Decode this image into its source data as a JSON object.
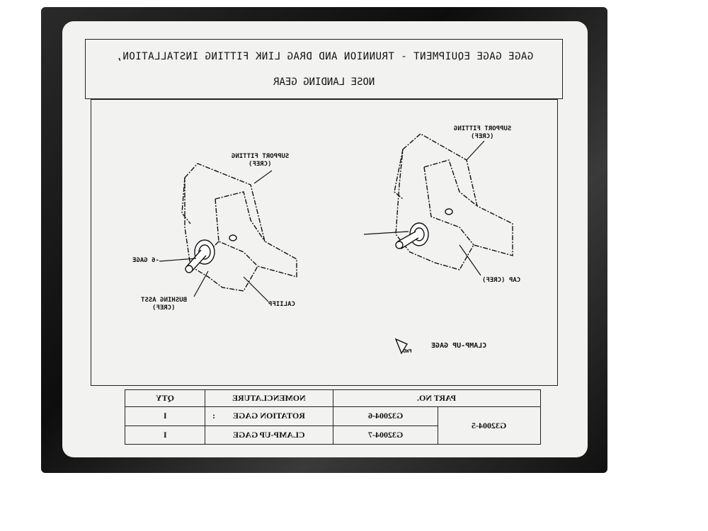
{
  "title": {
    "line1": "GAGE GAGE EQUIPMENT - TRUNNION AND DRAG LINK FITTING INSTALLATION,",
    "line2": "NOSE LANDING GEAR"
  },
  "diagram_left": {
    "support_fitting": "SUPPORT FITTING",
    "support_fitting_ref": "(CREF)",
    "gage": "-6 GAGE",
    "bushing": "BUSHING ASST",
    "bushing_ref": "(CREF)",
    "caliper": "CALIIFP"
  },
  "diagram_right": {
    "support_fitting": "SUPPORT FITTING",
    "support_fitting_ref": "(CREF)",
    "cap": "CAP (CREF)",
    "caption": "CLAMP-UP GAGE",
    "fwd": "FWD"
  },
  "table": {
    "headers": {
      "qty": "QTY",
      "nomenclature": "NOMENCLATURE",
      "part_no": "PART NO."
    },
    "assembly": "G32004-5",
    "rows": [
      {
        "qty": "I",
        "colon": ":",
        "nomenclature": "ROTATION GAGE",
        "part": "G32004-6"
      },
      {
        "qty": "I",
        "nomenclature": "CLAMP-UP GAGE",
        "part": "G32004-7"
      }
    ]
  }
}
